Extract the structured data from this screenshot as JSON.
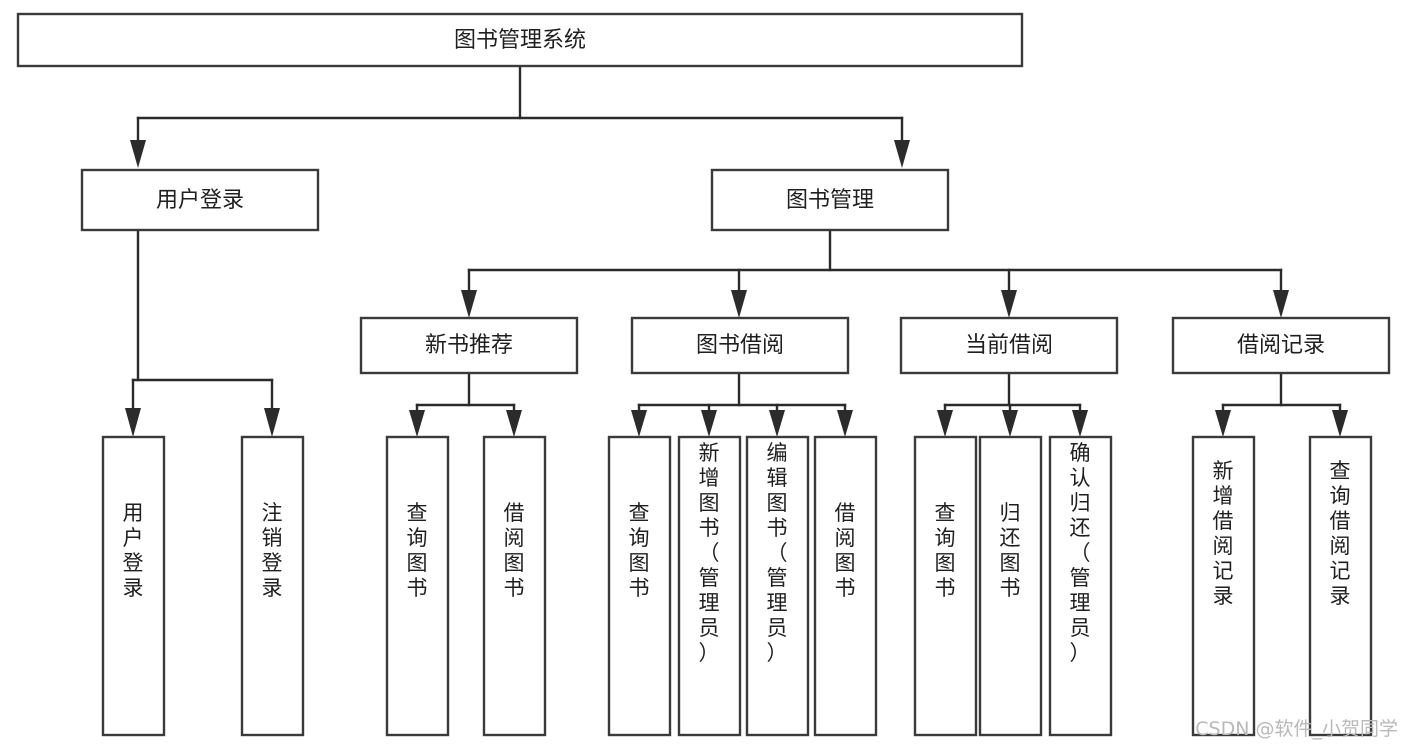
{
  "diagram": {
    "title": "图书管理系统",
    "type": "tree",
    "watermark": "CSDN @软件_小贺同学",
    "colors": {
      "box_stroke": "#3a3a3a",
      "connector": "#2b2b2b",
      "background": "#ffffff",
      "text": "#1f1f1f",
      "watermark": "#b9b9b9"
    },
    "levels": {
      "root": {
        "label": "图书管理系统"
      },
      "level2": [
        {
          "id": "user-login",
          "label": "用户登录"
        },
        {
          "id": "book-manage",
          "label": "图书管理"
        }
      ],
      "level3": [
        {
          "id": "new-book-rec",
          "label": "新书推荐",
          "parent": "book-manage"
        },
        {
          "id": "book-borrow",
          "label": "图书借阅",
          "parent": "book-manage"
        },
        {
          "id": "current-borrow",
          "label": "当前借阅",
          "parent": "book-manage"
        },
        {
          "id": "borrow-record",
          "label": "借阅记录",
          "parent": "book-manage"
        }
      ],
      "leaves": [
        {
          "id": "leaf-user-login",
          "label": "用户登录",
          "parent": "user-login"
        },
        {
          "id": "leaf-logout",
          "label": "注销登录",
          "parent": "user-login"
        },
        {
          "id": "leaf-query-book-1",
          "label": "查询图书",
          "parent": "new-book-rec"
        },
        {
          "id": "leaf-borrow-book-1",
          "label": "借阅图书",
          "parent": "new-book-rec"
        },
        {
          "id": "leaf-query-book-2",
          "label": "查询图书",
          "parent": "book-borrow"
        },
        {
          "id": "leaf-add-book",
          "label": "新增图书（管理员）",
          "parent": "book-borrow"
        },
        {
          "id": "leaf-edit-book",
          "label": "编辑图书（管理员）",
          "parent": "book-borrow"
        },
        {
          "id": "leaf-borrow-book-2",
          "label": "借阅图书",
          "parent": "book-borrow"
        },
        {
          "id": "leaf-query-book-3",
          "label": "查询图书",
          "parent": "current-borrow"
        },
        {
          "id": "leaf-return-book",
          "label": "归还图书",
          "parent": "current-borrow"
        },
        {
          "id": "leaf-confirm-return",
          "label": "确认归还（管理员）",
          "parent": "current-borrow"
        },
        {
          "id": "leaf-add-record",
          "label": "新增借阅记录",
          "parent": "borrow-record"
        },
        {
          "id": "leaf-query-record",
          "label": "查询借阅记录",
          "parent": "borrow-record"
        }
      ]
    }
  }
}
